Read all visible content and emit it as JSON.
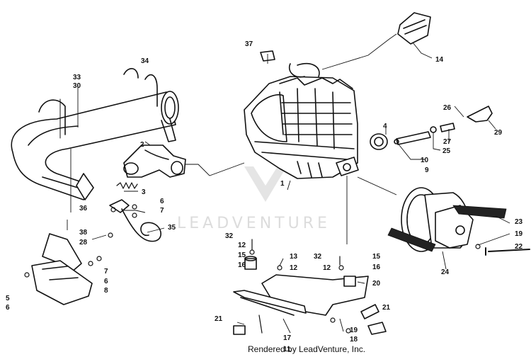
{
  "diagram": {
    "watermark_text": "LEADVENTURE",
    "credit_text": "Rendered by LeadVenture, Inc.",
    "labels": [
      {
        "id": "l1",
        "text": "1"
      },
      {
        "id": "l2",
        "text": "2"
      },
      {
        "id": "l3",
        "text": "3"
      },
      {
        "id": "l4",
        "text": "4"
      },
      {
        "id": "l5",
        "text": "5"
      },
      {
        "id": "l6a",
        "text": "6"
      },
      {
        "id": "l6b",
        "text": "6"
      },
      {
        "id": "l6c",
        "text": "6"
      },
      {
        "id": "l7a",
        "text": "7"
      },
      {
        "id": "l7b",
        "text": "7"
      },
      {
        "id": "l8",
        "text": "8"
      },
      {
        "id": "l9",
        "text": "9"
      },
      {
        "id": "l10",
        "text": "10"
      },
      {
        "id": "l11",
        "text": "11"
      },
      {
        "id": "l12a",
        "text": "12"
      },
      {
        "id": "l12b",
        "text": "12"
      },
      {
        "id": "l12c",
        "text": "12"
      },
      {
        "id": "l13",
        "text": "13"
      },
      {
        "id": "l14",
        "text": "14"
      },
      {
        "id": "l15a",
        "text": "15"
      },
      {
        "id": "l15b",
        "text": "15"
      },
      {
        "id": "l16a",
        "text": "16"
      },
      {
        "id": "l16b",
        "text": "16"
      },
      {
        "id": "l17",
        "text": "17"
      },
      {
        "id": "l18",
        "text": "18"
      },
      {
        "id": "l19a",
        "text": "19"
      },
      {
        "id": "l19b",
        "text": "19"
      },
      {
        "id": "l20",
        "text": "20"
      },
      {
        "id": "l21a",
        "text": "21"
      },
      {
        "id": "l21b",
        "text": "21"
      },
      {
        "id": "l22",
        "text": "22"
      },
      {
        "id": "l23",
        "text": "23"
      },
      {
        "id": "l24",
        "text": "24"
      },
      {
        "id": "l25",
        "text": "25"
      },
      {
        "id": "l26",
        "text": "26"
      },
      {
        "id": "l27",
        "text": "27"
      },
      {
        "id": "l28",
        "text": "28"
      },
      {
        "id": "l29",
        "text": "29"
      },
      {
        "id": "l30",
        "text": "30"
      },
      {
        "id": "l32a",
        "text": "32"
      },
      {
        "id": "l32b",
        "text": "32"
      },
      {
        "id": "l33",
        "text": "33"
      },
      {
        "id": "l34",
        "text": "34"
      },
      {
        "id": "l35",
        "text": "35"
      },
      {
        "id": "l36",
        "text": "36"
      },
      {
        "id": "l37",
        "text": "37"
      },
      {
        "id": "l38",
        "text": "38"
      }
    ]
  }
}
